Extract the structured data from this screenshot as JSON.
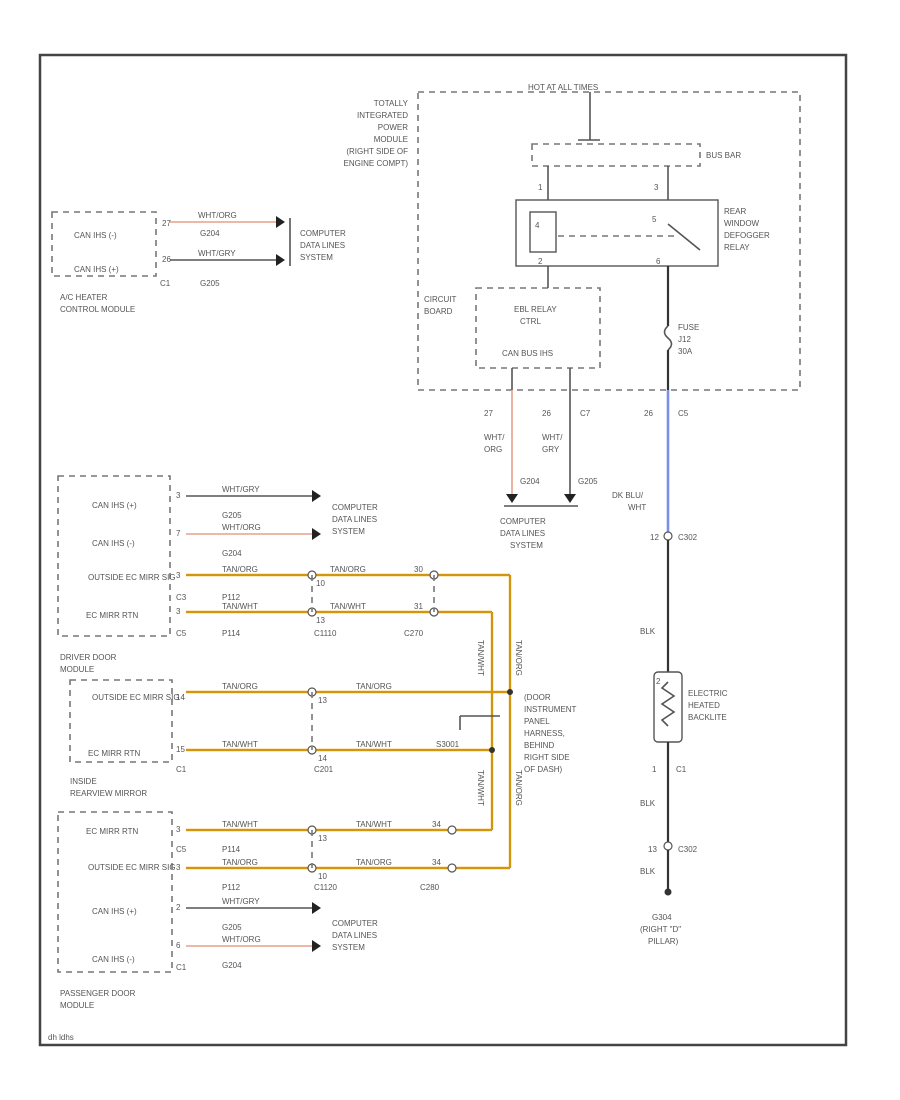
{
  "watermark": "dh ldhs",
  "tipm": {
    "label_lines": [
      "TOTALLY",
      "INTEGRATED",
      "POWER",
      "MODULE",
      "(RIGHT SIDE OF",
      "ENGINE COMPT)"
    ],
    "hot_label": "HOT AT ALL TIMES",
    "bus_bar": "BUS BAR",
    "relay_label": [
      "REAR",
      "WINDOW",
      "DEFOGGER",
      "RELAY"
    ],
    "relay_pins": {
      "p1": "1",
      "p2": "2",
      "p3": "3",
      "p4": "4",
      "p5": "5",
      "p6": "6"
    },
    "circuit_board": [
      "CIRCUIT",
      "BOARD"
    ],
    "ebl_ctrl": [
      "EBL RELAY",
      "CTRL"
    ],
    "can_bus": "CAN BUS IHS",
    "fuse": [
      "FUSE",
      "J12",
      "30A"
    ],
    "outputs": [
      {
        "pin": "27",
        "wire": [
          "WHT/",
          "ORG"
        ],
        "splice": "G204"
      },
      {
        "pin": "26",
        "conn": "C7",
        "wire": [
          "WHT/",
          "GRY"
        ],
        "splice": "G205"
      },
      {
        "pin": "26",
        "conn": "C5"
      }
    ],
    "cds_label": [
      "COMPUTER",
      "DATA LINES",
      "SYSTEM"
    ]
  },
  "ac_module": {
    "name": [
      "A/C HEATER",
      "CONTROL MODULE"
    ],
    "pins": [
      {
        "label": "CAN IHS (-)",
        "pin": "27",
        "wire": "WHT/ORG",
        "splice": "G204"
      },
      {
        "label": "CAN IHS (+)",
        "pin": "26",
        "wire": "WHT/GRY",
        "splice": "G205"
      }
    ],
    "conn": "C1",
    "cds_label": [
      "COMPUTER",
      "DATA LINES",
      "SYSTEM"
    ]
  },
  "driver_door": {
    "name": [
      "DRIVER DOOR",
      "MODULE"
    ],
    "rows": [
      {
        "label": "CAN IHS (+)",
        "pin": "3",
        "wire": "WHT/GRY",
        "splice": "G205"
      },
      {
        "label": "CAN IHS (-)",
        "pin": "7",
        "wire": "WHT/ORG",
        "splice": "G204"
      },
      {
        "label": "OUTSIDE EC MIRR SIG",
        "pin": "3",
        "conn": "C3",
        "wire": "TAN/ORG",
        "wire2": "TAN/ORG",
        "p2": "10",
        "p3": "30",
        "splice": "P112"
      },
      {
        "label": "EC MIRR RTN",
        "pin": "3",
        "conn": "C5",
        "wire": "TAN/WHT",
        "wire2": "TAN/WHT",
        "p2": "13",
        "p3": "31",
        "splice": "P114"
      }
    ],
    "cds_label": [
      "COMPUTER",
      "DATA LINES",
      "SYSTEM"
    ],
    "connectors": [
      "C1110",
      "C270"
    ]
  },
  "mirror": {
    "name": [
      "INSIDE",
      "REARVIEW MIRROR"
    ],
    "rows": [
      {
        "label": "OUTSIDE EC MIRR SIG",
        "pin": "14",
        "wire": "TAN/ORG",
        "wire2": "TAN/ORG",
        "p2": "13"
      },
      {
        "label": "EC MIRR RTN",
        "pin": "15",
        "wire": "TAN/WHT",
        "wire2": "TAN/WHT",
        "p2": "14",
        "splice": "S3001"
      }
    ],
    "conns": [
      "C1",
      "C201"
    ],
    "harness": [
      "(DOOR",
      "INSTRUMENT",
      "PANEL",
      "HARNESS,",
      "BEHIND",
      "RIGHT SIDE",
      "OF DASH)"
    ],
    "vert_labels": [
      "TAN/ORG",
      "TAN/WHT",
      "TAN/WHT",
      "TAN/ORG"
    ]
  },
  "passenger_door": {
    "name": [
      "PASSENGER DOOR",
      "MODULE"
    ],
    "rows": [
      {
        "label": "EC MIRR RTN",
        "pin": "3",
        "conn": "C5",
        "wire": "TAN/WHT",
        "wire2": "TAN/WHT",
        "p2": "13",
        "p3": "34",
        "splice": "P114"
      },
      {
        "label": "OUTSIDE EC MIRR SIG",
        "pin": "3",
        "wire": "TAN/ORG",
        "wire2": "TAN/ORG",
        "p2": "10",
        "p3": "34",
        "splice": "P112"
      },
      {
        "label": "CAN IHS (+)",
        "pin": "2",
        "wire": "WHT/GRY",
        "splice": "G205"
      },
      {
        "label": "CAN IHS (-)",
        "pin": "6",
        "wire": "WHT/ORG",
        "splice": "G204"
      }
    ],
    "conn": "C1",
    "cds_label": [
      "COMPUTER",
      "DATA LINES",
      "SYSTEM"
    ],
    "connectors": [
      "C1120",
      "C280"
    ]
  },
  "rear": {
    "wire_top": [
      "DK BLU/",
      "WHT"
    ],
    "conn_top": "C302",
    "pin_top": "12",
    "blk1": "BLK",
    "backlite": [
      "ELECTRIC",
      "HEATED",
      "BACKLITE"
    ],
    "backlite_pin": "2",
    "c1": "C1",
    "c1_pin": "1",
    "blk2": "BLK",
    "conn_bot": "C302",
    "pin_bot": "13",
    "blk3": "BLK",
    "ground": [
      "G304",
      "(RIGHT \"D\"",
      "PILLAR)"
    ]
  }
}
